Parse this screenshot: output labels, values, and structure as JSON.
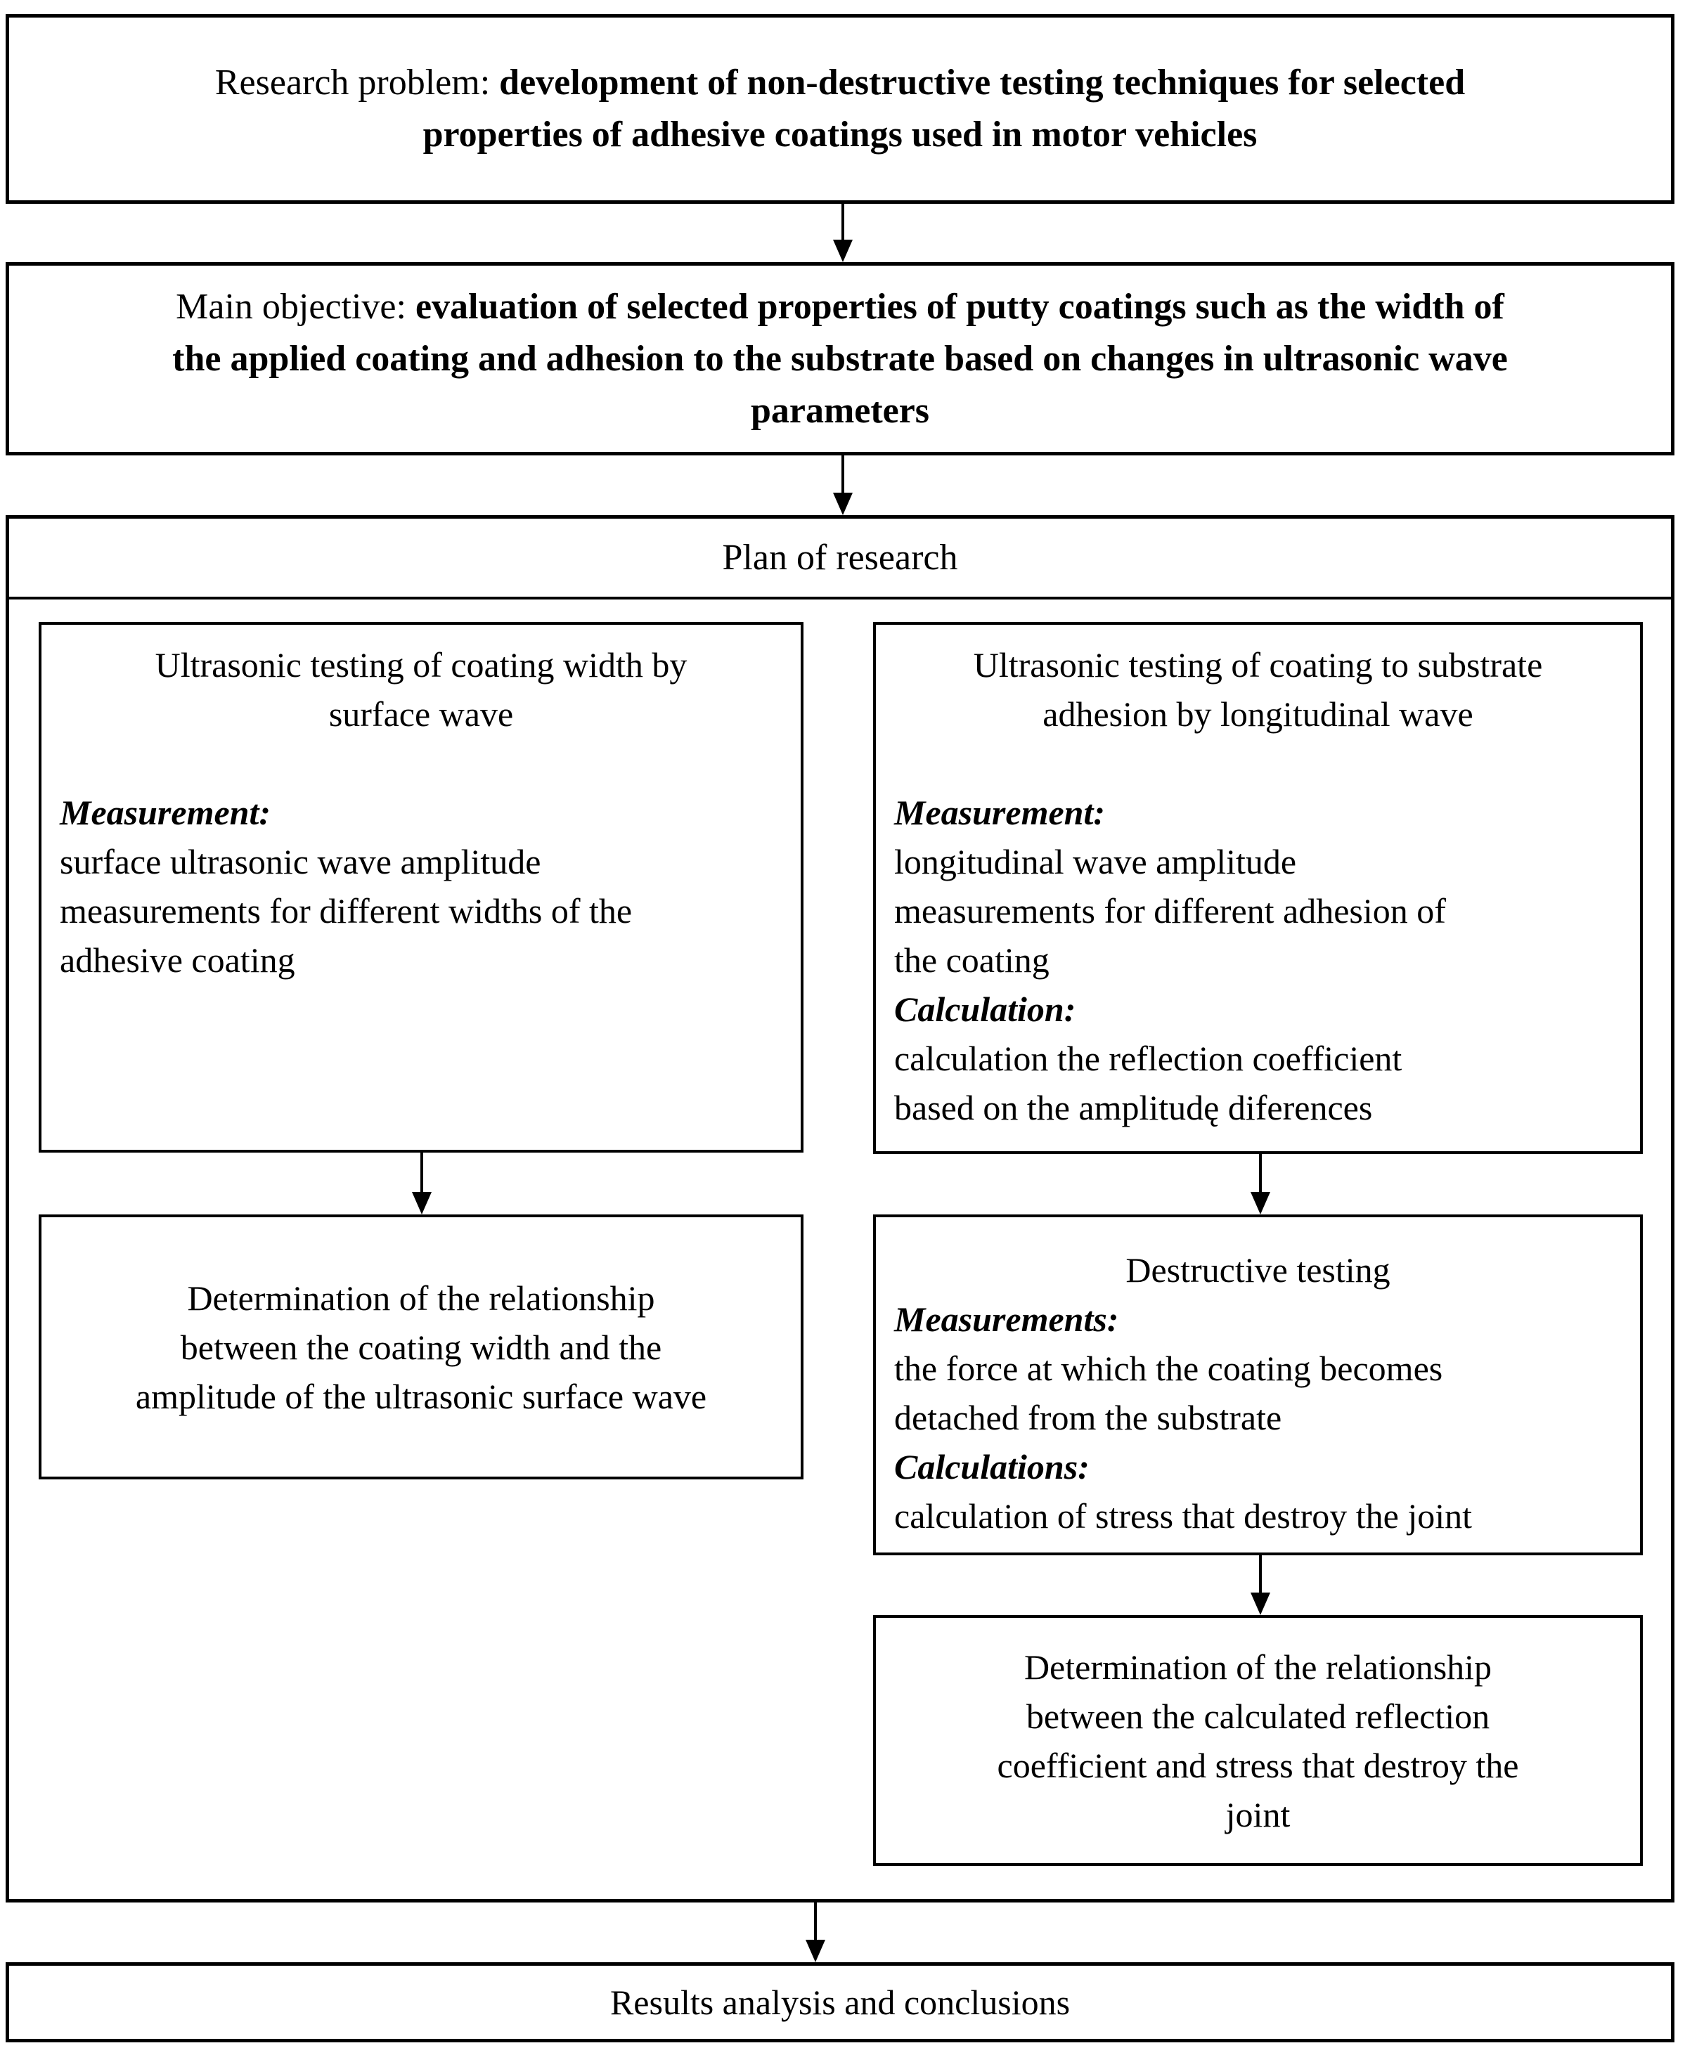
{
  "research_problem": {
    "prefix": "Research problem: ",
    "emphasis": "development of non-destructive testing techniques for selected\nproperties of adhesive coatings used in motor vehicles"
  },
  "main_objective": {
    "prefix": "Main objective: ",
    "emphasis": "evaluation of selected properties of putty coatings such as the width of\nthe applied coating and adhesion to the substrate based on changes in ultrasonic wave\nparameters"
  },
  "plan": {
    "header": "Plan of research"
  },
  "left_top": {
    "title": "Ultrasonic testing of coating width by\nsurface wave",
    "sections": [
      {
        "label": "Measurement:",
        "text": "surface ultrasonic wave amplitude\nmeasurements for different widths of the\nadhesive coating"
      }
    ]
  },
  "right_top": {
    "title": "Ultrasonic testing of coating to substrate\nadhesion by longitudinal wave",
    "sections": [
      {
        "label": "Measurement:",
        "text": "longitudinal wave amplitude\nmeasurements for different adhesion of\nthe coating"
      },
      {
        "label": "Calculation:",
        "text": "calculation the reflection coefficient\nbased on the amplitudę diferences"
      }
    ]
  },
  "left_result": {
    "text": "Determination of the relationship\nbetween the coating width and the\namplitude of the ultrasonic surface wave"
  },
  "destructive": {
    "title": "Destructive testing",
    "sections": [
      {
        "label": "Measurements:",
        "text": "the force at which the coating becomes\ndetached from the substrate"
      },
      {
        "label": "Calculations:",
        "text": "calculation of stress that destroy the joint"
      }
    ]
  },
  "right_result": {
    "text": "Determination of the relationship\nbetween the calculated reflection\ncoefficient and stress that destroy the\njoint"
  },
  "results": {
    "text": "Results analysis and conclusions"
  }
}
